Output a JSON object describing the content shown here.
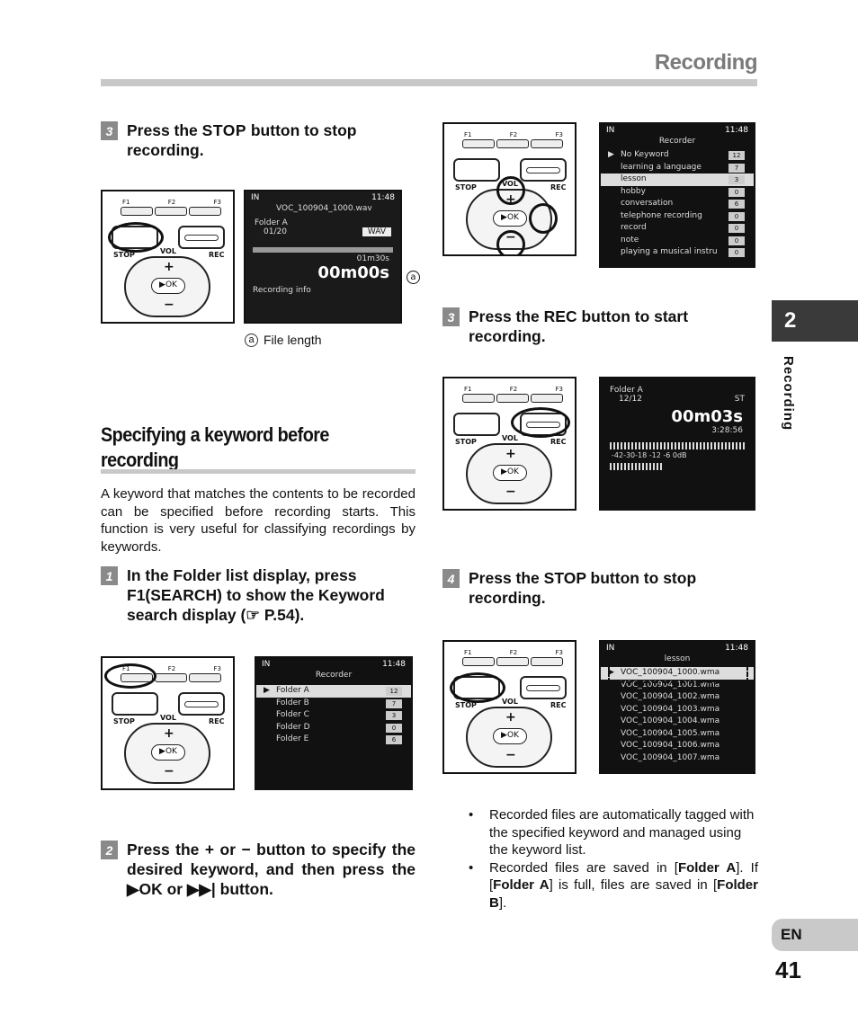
{
  "header": {
    "title": "Recording"
  },
  "chapter": {
    "number": "2",
    "side_label": "Recording"
  },
  "footer": {
    "lang": "EN",
    "page": "41"
  },
  "left": {
    "step3": {
      "num": "3",
      "pre": "Press the ",
      "key": "STOP",
      "post": " button to stop recording."
    },
    "caption": {
      "marker": "a",
      "text": "File length"
    },
    "section": {
      "title": "Specifying a keyword before recording",
      "body": "A keyword that matches the contents to be recorded can be specified before recording starts. This function is very useful for classifying recordings by keywords."
    },
    "step1": {
      "num": "1",
      "pre": "In the Folder list display, press ",
      "key": "F1(SEARCH)",
      "post": " to show the Keyword search display (☞ P.54)."
    },
    "step2": {
      "num": "2",
      "text1": "Press the + or − button to specify the desired keyword, and then press the ",
      "key1": "▶OK",
      "mid": " or ",
      "key2": "▶▶|",
      "post": " button."
    }
  },
  "right": {
    "step3": {
      "num": "3",
      "pre": "Press the ",
      "key": "REC",
      "post": " button to start recording."
    },
    "step4": {
      "num": "4",
      "pre": "Press the ",
      "key": "STOP",
      "post": " button to stop recording."
    },
    "bullets": [
      {
        "text": "Recorded files are automatically tagged with the specified keyword and managed using the keyword list."
      },
      {
        "t1": "Recorded files are saved in [",
        "b1": "Folder A",
        "t2": "]. If [",
        "b2": "Folder A",
        "t3": "] is full, files are saved in [",
        "b3": "Folder B",
        "t4": "]."
      }
    ]
  },
  "device": {
    "f1": "F1",
    "f2": "F2",
    "f3": "F3",
    "stop": "STOP",
    "vol": "VOL",
    "rec": "REC",
    "ok": "▶OK",
    "plus": "+",
    "minus": "−"
  },
  "screens": {
    "s1": {
      "in": "IN",
      "time": "11:48",
      "file": "VOC_100904_1000.wav",
      "folder": "Folder A",
      "count": "01/20",
      "fmt": "WAV",
      "len": "01m30s",
      "elapsed": "00m00s",
      "info": "Recording info",
      "marker": "a"
    },
    "s2": {
      "in": "IN",
      "time": "11:48",
      "title": "Recorder",
      "items": [
        {
          "label": "No Keyword",
          "n": "12"
        },
        {
          "label": "learning a language",
          "n": "7"
        },
        {
          "label": "lesson",
          "n": "3"
        },
        {
          "label": "hobby",
          "n": "0"
        },
        {
          "label": "conversation",
          "n": "6"
        },
        {
          "label": "telephone recording",
          "n": "0"
        },
        {
          "label": "record",
          "n": "0"
        },
        {
          "label": "note",
          "n": "0"
        },
        {
          "label": "playing a musical instru",
          "n": "0"
        }
      ]
    },
    "s3": {
      "folder": "Folder A",
      "count": "12/12",
      "mode": "ST",
      "elapsed": "00m03s",
      "remain": "3:28:56",
      "meter": "-42-30-18 -12 -6 0dB"
    },
    "s4": {
      "in": "IN",
      "time": "11:48",
      "title": "Recorder",
      "items": [
        {
          "label": "Folder A",
          "n": "12"
        },
        {
          "label": "Folder B",
          "n": "7"
        },
        {
          "label": "Folder C",
          "n": "3"
        },
        {
          "label": "Folder D",
          "n": "0"
        },
        {
          "label": "Folder E",
          "n": "6"
        }
      ]
    },
    "s5": {
      "in": "IN",
      "time": "11:48",
      "title": "lesson",
      "items": [
        "VOC_100904_1000.wma",
        "VOC_100904_1001.wma",
        "VOC_100904_1002.wma",
        "VOC_100904_1003.wma",
        "VOC_100904_1004.wma",
        "VOC_100904_1005.wma",
        "VOC_100904_1006.wma",
        "VOC_100904_1007.wma"
      ]
    }
  }
}
